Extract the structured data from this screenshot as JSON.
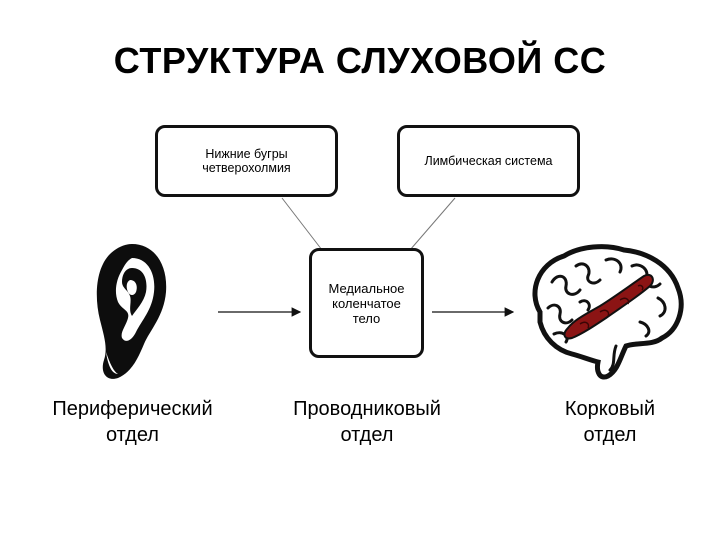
{
  "title": "СТРУКТУРА СЛУХОВОЙ СС",
  "boxes": {
    "colliculi": [
      "Нижние бугры",
      "четверохолмия"
    ],
    "limbic": [
      "Лимбическая система"
    ],
    "geniculate": [
      "Медиальное",
      "коленчатое",
      "тело"
    ]
  },
  "labels": {
    "peripheral": [
      "Периферический",
      "отдел"
    ],
    "conductive": [
      "Проводниковый",
      "отдел"
    ],
    "cortical": [
      "Корковый",
      "отдел"
    ]
  },
  "icons": {
    "ear": "ear-icon",
    "brain": "brain-icon"
  },
  "colors": {
    "highlight": "#8b1414",
    "stroke": "#111111"
  }
}
